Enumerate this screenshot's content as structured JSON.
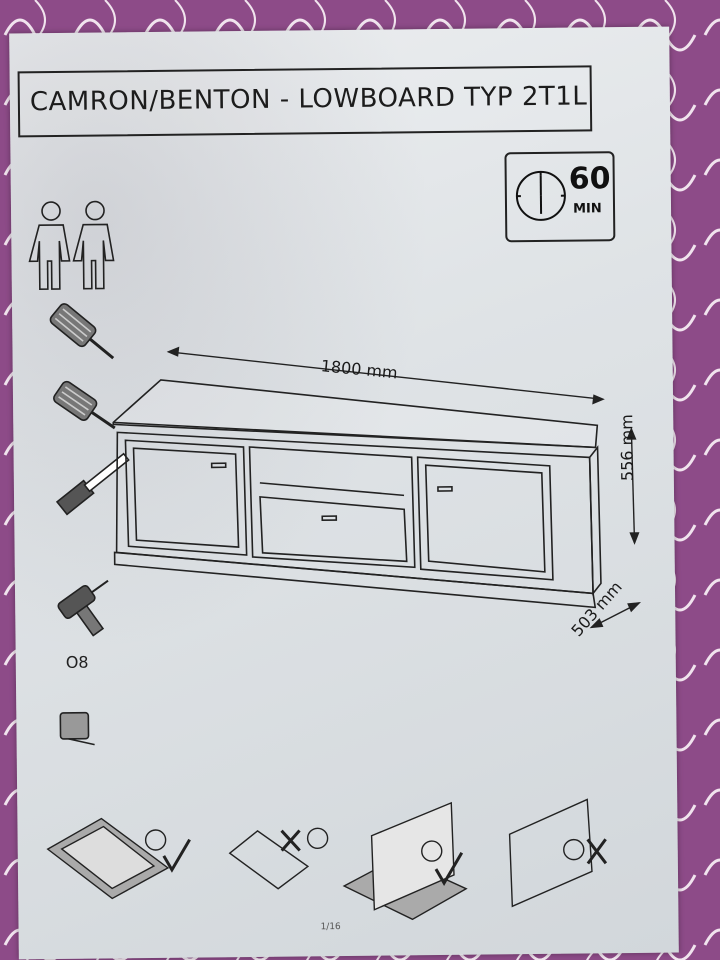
{
  "document": {
    "title": "CAMRON/BENTON - LOWBOARD TYP 2T1L",
    "assembly_time": {
      "value": "60",
      "unit": "MIN"
    },
    "dimensions": {
      "width": "1800 mm",
      "height": "556 mm",
      "depth": "503 mm"
    },
    "drill_size": "O8",
    "page_number": "1/16"
  },
  "icons": {
    "people": "two-person-icon",
    "clock": "clock-icon",
    "screwdriver_phillips": "phillips-screwdriver-icon",
    "screwdriver_flat": "flat-screwdriver-icon",
    "hammer": "hammer-icon",
    "drill": "drill-icon",
    "tape": "tape-measure-icon"
  },
  "colors": {
    "paper": "#e2e6e9",
    "ink": "#1c1c1c",
    "background": "#8c4a86"
  }
}
